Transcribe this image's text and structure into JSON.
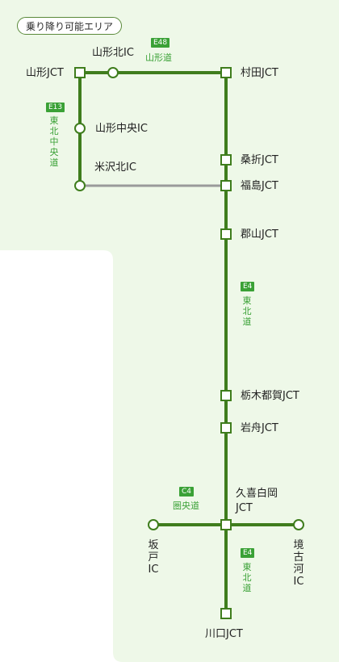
{
  "colors": {
    "area_fill": "#eef8e8",
    "route_line": "#3f7d1d",
    "connector_line": "#9a9a9a",
    "badge_bg": "#3aa136",
    "route_name": "#3aa136"
  },
  "legend": {
    "label": "乗り降り可能エリア"
  },
  "nodes": {
    "yamagata_jct": "山形JCT",
    "yamagata_kita_ic": "山形北IC",
    "murata_jct": "村田JCT",
    "yamagata_chuo_ic": "山形中央IC",
    "yonezawa_kita_ic": "米沢北IC",
    "kuwaori_jct": "桑折JCT",
    "fukushima_jct": "福島JCT",
    "koriyama_jct": "郡山JCT",
    "tochigi_tsuga_jct": "栃木都賀JCT",
    "iwafune_jct": "岩舟JCT",
    "kuki_shiraoka_jct_1": "久喜白岡",
    "kuki_shiraoka_jct_2": "JCT",
    "sakado_ic": "坂戸IC",
    "sakai_koga_ic": "境古河IC",
    "kawaguchi_jct": "川口JCT"
  },
  "routes": {
    "e48": {
      "code": "E48",
      "name": "山形道"
    },
    "e13": {
      "code": "E13",
      "name": "東北中央道"
    },
    "e4_upper": {
      "code": "E4",
      "name": "東北道"
    },
    "c4": {
      "code": "C4",
      "name": "圏央道"
    },
    "e4_lower": {
      "code": "E4",
      "name": "東北道"
    }
  }
}
